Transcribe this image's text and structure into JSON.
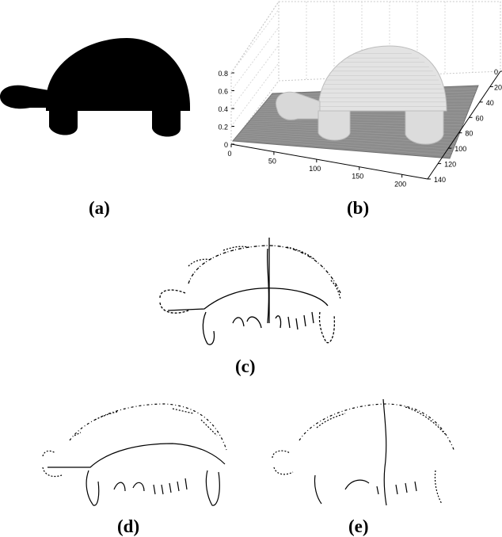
{
  "figure": {
    "captions": {
      "a": "(a)",
      "b": "(b)",
      "c": "(c)",
      "d": "(d)",
      "e": "(e)"
    }
  },
  "chart_data": {
    "type": "surface",
    "z_ticks": [
      "0",
      "0.2",
      "0.4",
      "0.6",
      "0.8"
    ],
    "x_ticks": [
      "0",
      "50",
      "100",
      "150",
      "200"
    ],
    "y_ticks": [
      "0",
      "20",
      "40",
      "60",
      "80",
      "100",
      "120",
      "140"
    ],
    "zlim": [
      0,
      0.8
    ],
    "xlim": [
      0,
      230
    ],
    "ylim": [
      0,
      140
    ],
    "grid": true
  },
  "colors": {
    "silhouette": "#000000",
    "surface_plane": "#8c8c8c",
    "surface_dome": "#e6e6e6",
    "axis": "#000000",
    "grid": "#c8c8c8"
  }
}
